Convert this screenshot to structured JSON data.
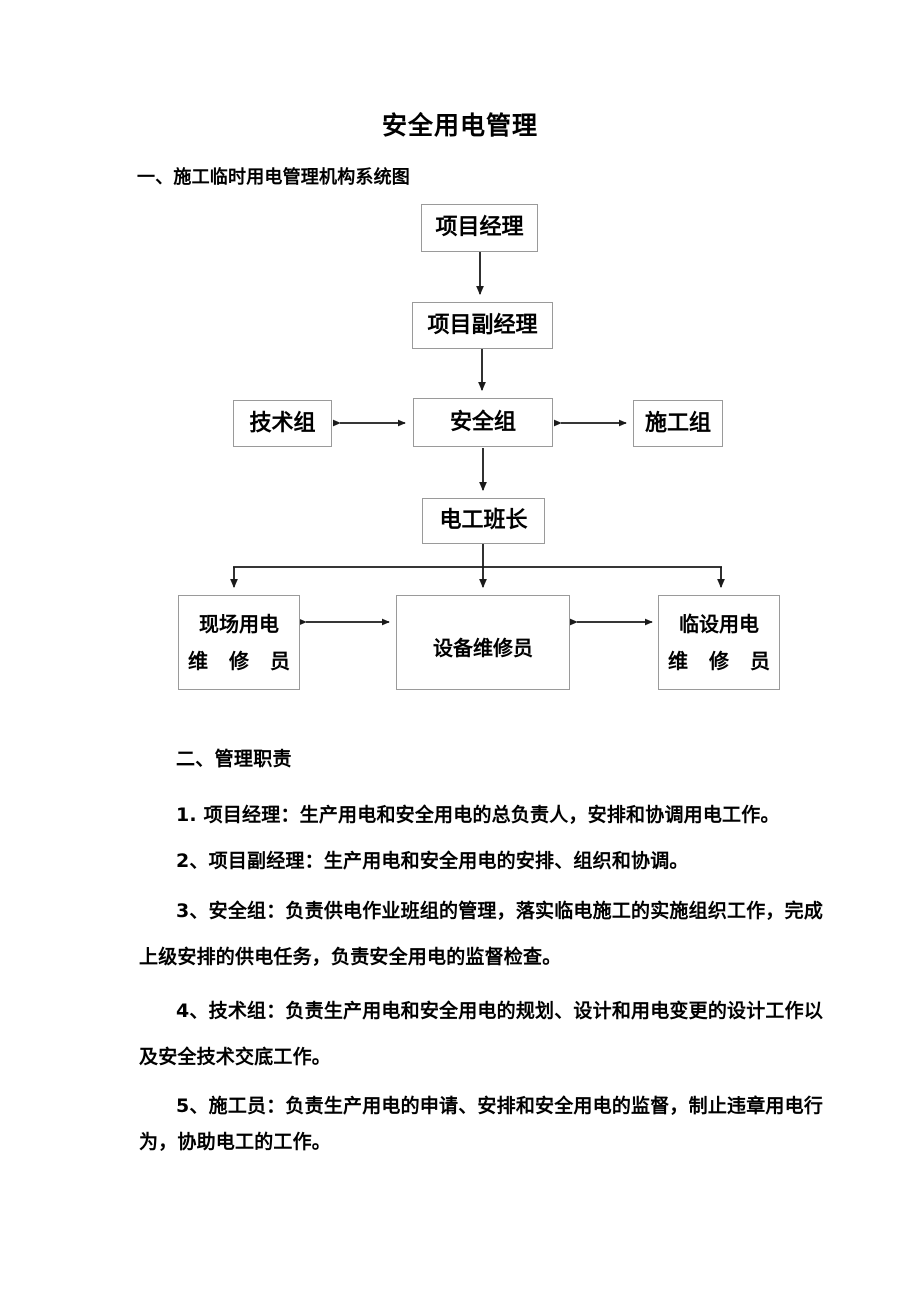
{
  "document": {
    "title": "安全用电管理",
    "section_1_heading": "一、施工临时用电管理机构系统图",
    "section_2_heading": "二、管理职责"
  },
  "chart_data": {
    "type": "diagram",
    "title": "施工临时用电管理机构系统图",
    "nodes": [
      {
        "id": "pm",
        "label": "项目经理",
        "level": 1
      },
      {
        "id": "dpm",
        "label": "项目副经理",
        "level": 2
      },
      {
        "id": "tech",
        "label": "技术组",
        "level": 3
      },
      {
        "id": "safety",
        "label": "安全组",
        "level": 3
      },
      {
        "id": "constr",
        "label": "施工组",
        "level": 3
      },
      {
        "id": "chief",
        "label": "电工班长",
        "level": 4
      },
      {
        "id": "site",
        "label_line1": "现场用电",
        "label_line2": "维 修 员",
        "level": 5
      },
      {
        "id": "equip",
        "label_line1": "设备维修员",
        "level": 5
      },
      {
        "id": "temp",
        "label_line1": "临设用电",
        "label_line2": "维 修 员",
        "level": 5
      }
    ],
    "edges": [
      {
        "from": "pm",
        "to": "dpm",
        "style": "arrow-down"
      },
      {
        "from": "dpm",
        "to": "safety",
        "style": "arrow-down"
      },
      {
        "from": "tech",
        "to": "safety",
        "style": "double-arrow-horizontal"
      },
      {
        "from": "safety",
        "to": "constr",
        "style": "double-arrow-horizontal"
      },
      {
        "from": "safety",
        "to": "chief",
        "style": "arrow-down"
      },
      {
        "from": "chief",
        "to": "site",
        "style": "arrow-down-branch"
      },
      {
        "from": "chief",
        "to": "equip",
        "style": "arrow-down"
      },
      {
        "from": "chief",
        "to": "temp",
        "style": "arrow-down-branch"
      },
      {
        "from": "site",
        "to": "equip",
        "style": "double-arrow-horizontal"
      },
      {
        "from": "equip",
        "to": "temp",
        "style": "double-arrow-horizontal"
      }
    ],
    "box_border_color": "#9a9a9a",
    "line_color": "#1a1a1a"
  },
  "responsibilities": [
    {
      "number": "1.",
      "text": "1. 项目经理：生产用电和安全用电的总负责人，安排和协调用电工作。"
    },
    {
      "number": "2、",
      "text": "2、项目副经理：生产用电和安全用电的安排、组织和协调。"
    },
    {
      "number": "3、",
      "text": "3、安全组：负责供电作业班组的管理，落实临电施工的实施组织工作，完成上级安排的供电任务，负责安全用电的监督检查。"
    },
    {
      "number": "4、",
      "text": "4、技术组：负责生产用电和安全用电的规划、设计和用电变更的设计工作以及安全技术交底工作。"
    },
    {
      "number": "5、",
      "text": "5、施工员：负责生产用电的申请、安排和安全用电的监督，制止违章用电行为，协助电工的工作。"
    }
  ]
}
